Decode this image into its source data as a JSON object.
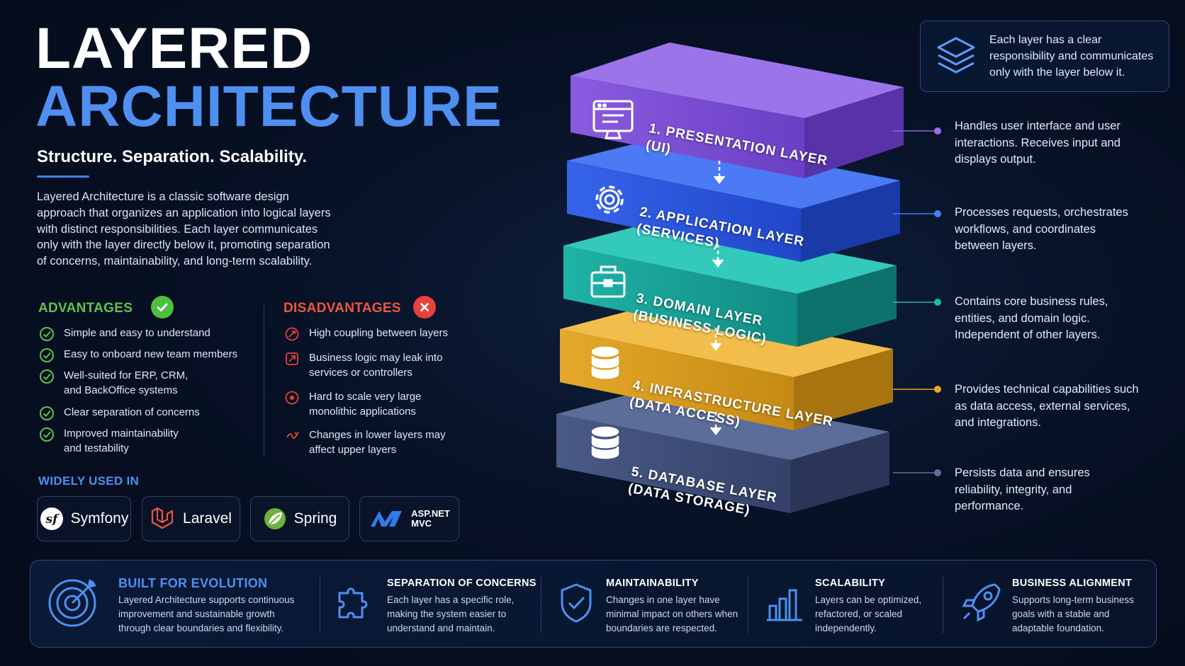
{
  "title": {
    "line1": "LAYERED",
    "line2": "ARCHITECTURE"
  },
  "tagline": "Structure. Separation. Scalability.",
  "intro": "Layered Architecture is a classic software design approach that organizes an application into logical layers with distinct responsibilities. Each layer communicates only with the layer directly below it, promoting separation of concerns, maintainability, and long-term scalability.",
  "advantages": {
    "heading": "ADVANTAGES",
    "items": [
      "Simple and easy to understand",
      "Easy to onboard new team members",
      "Well-suited for ERP, CRM,\nand BackOffice systems",
      "Clear separation of concerns",
      "Improved maintainability\nand testability"
    ]
  },
  "disadvantages": {
    "heading": "DISADVANTAGES",
    "items": [
      "High coupling between layers",
      "Business logic may leak into\nservices or controllers",
      "Hard to scale very large\nmonolithic applications",
      "Changes in lower layers may\naffect upper layers"
    ]
  },
  "widely_used": {
    "heading": "WIDELY USED IN",
    "frameworks": [
      "Symfony",
      "Laravel",
      "Spring",
      "ASP.NET\nMVC"
    ]
  },
  "info_box": "Each layer has a clear responsibility and communicates only with the layer below it.",
  "layers": [
    {
      "title": "1. PRESENTATION LAYER\n(UI)",
      "icon": "browser-window-icon",
      "color": "#7b4fd6",
      "dot": "#9b6bf0",
      "desc": "Handles user interface and user interactions. Receives input and displays output."
    },
    {
      "title": "2. APPLICATION LAYER\n(SERVICES)",
      "icon": "gear-icon",
      "color": "#2f5be0",
      "dot": "#3e82f5",
      "desc": "Processes requests, orchestrates workflows, and coordinates between layers."
    },
    {
      "title": "3. DOMAIN LAYER\n(BUSINESS LOGIC)",
      "icon": "briefcase-icon",
      "color": "#17a39a",
      "dot": "#1fb9ad",
      "desc": "Contains core business rules, entities, and domain logic. Independent of other layers."
    },
    {
      "title": "4. INFRASTRUCTURE LAYER\n(DATA ACCESS)",
      "icon": "database-icon",
      "color": "#d69a1c",
      "dot": "#eba623",
      "desc": "Provides technical capabilities such as data access, external services, and integrations."
    },
    {
      "title": "5. DATABASE LAYER\n(DATA STORAGE)",
      "icon": "database-icon",
      "color": "#3c4c78",
      "dot": "#5f6f98",
      "desc": "Persists data and ensures reliability, integrity, and performance."
    }
  ],
  "features": [
    {
      "title": "BUILT FOR EVOLUTION",
      "icon": "target-icon",
      "desc": "Layered Architecture supports continuous improvement and sustainable growth through clear boundaries and flexibility."
    },
    {
      "title": "SEPARATION OF CONCERNS",
      "icon": "puzzle-icon",
      "desc": "Each layer has a specific role, making the system easier to understand and maintain."
    },
    {
      "title": "MAINTAINABILITY",
      "icon": "shield-check-icon",
      "desc": "Changes in one layer have minimal impact on others when boundaries are respected."
    },
    {
      "title": "SCALABILITY",
      "icon": "bar-chart-icon",
      "desc": "Layers can be optimized, refactored, or scaled independently."
    },
    {
      "title": "BUSINESS ALIGNMENT",
      "icon": "rocket-icon",
      "desc": "Supports long-term business goals with a stable and adaptable foundation."
    }
  ]
}
